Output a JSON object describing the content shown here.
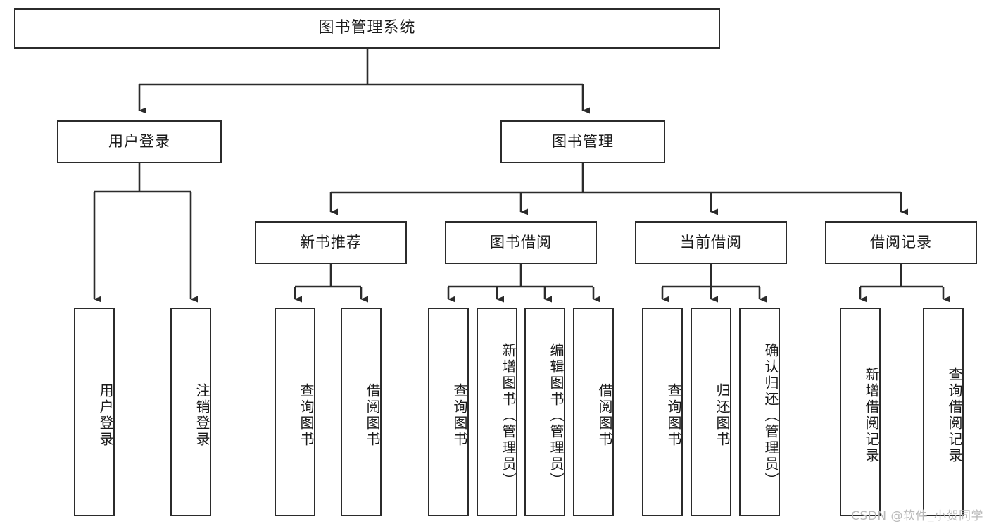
{
  "diagram": {
    "title": "图书管理系统",
    "watermark": "CSDN @软件_小贺同学",
    "line_color": "#2b2b2b",
    "box_border_color": "#2b2b2b",
    "box_fill_color": "#ffffff",
    "text_color": "#1a1a1a",
    "levels": {
      "root": {
        "label": "图书管理系统"
      },
      "level2": [
        {
          "label": "用户登录"
        },
        {
          "label": "图书管理"
        }
      ],
      "level3": [
        {
          "label": "新书推荐"
        },
        {
          "label": "图书借阅"
        },
        {
          "label": "当前借阅"
        },
        {
          "label": "借阅记录"
        }
      ],
      "leaves": {
        "user_login": [
          {
            "label": "用户登录"
          },
          {
            "label": "注销登录"
          }
        ],
        "new_book_recommend": [
          {
            "label": "查询图书"
          },
          {
            "label": "借阅图书"
          }
        ],
        "book_borrow": [
          {
            "label": "查询图书"
          },
          {
            "label": "新增图书（管理员）"
          },
          {
            "label": "编辑图书（管理员）"
          },
          {
            "label": "借阅图书"
          }
        ],
        "current_borrow": [
          {
            "label": "查询图书"
          },
          {
            "label": "归还图书"
          },
          {
            "label": "确认归还（管理员）"
          }
        ],
        "borrow_record": [
          {
            "label": "新增借阅记录"
          },
          {
            "label": "查询借阅记录"
          }
        ]
      }
    }
  }
}
